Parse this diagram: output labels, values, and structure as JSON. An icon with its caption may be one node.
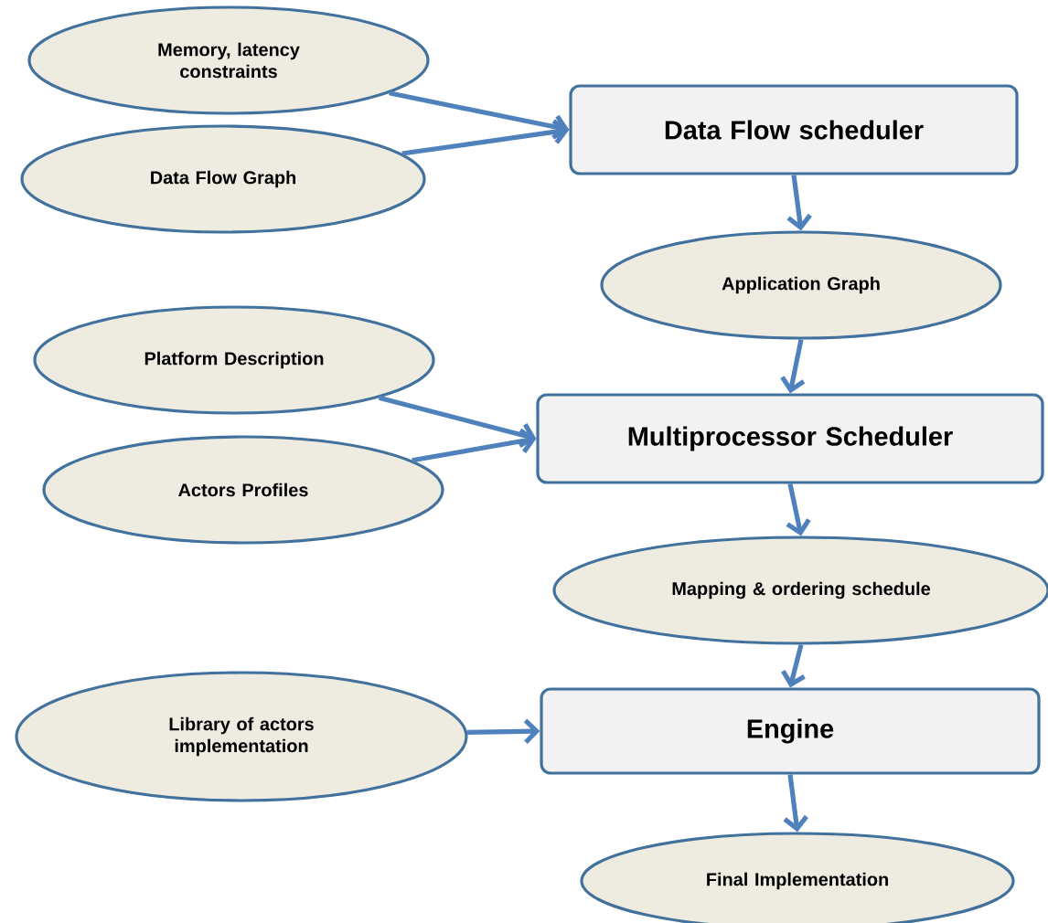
{
  "diagram": {
    "nodes": [
      {
        "text": [
          "Memory, latency constraints"
        ]
      },
      {
        "text": [
          "Data Flow Graph"
        ]
      },
      {
        "text": [
          "Data Flow scheduler"
        ]
      },
      {
        "text": [
          "Application Graph"
        ]
      },
      {
        "text": [
          "Platform Description"
        ]
      },
      {
        "text": [
          "Actors Profiles"
        ]
      },
      {
        "text": [
          "Multiprocessor Scheduler"
        ]
      },
      {
        "text": [
          "Mapping & ordering schedule"
        ]
      },
      {
        "text": [
          "Library of actors implementation"
        ]
      },
      {
        "text": [
          "Engine"
        ]
      },
      {
        "text": [
          "Final Implementation"
        ]
      }
    ],
    "edges": [
      {
        "from": 0,
        "to": 2,
        "arrow": "to"
      },
      {
        "from": 1,
        "to": 2,
        "arrow": "to"
      },
      {
        "from": 2,
        "to": 3,
        "arrow": "to"
      },
      {
        "from": 3,
        "to": 6,
        "arrow": "to"
      },
      {
        "from": 4,
        "to": 6,
        "arrow": "to"
      },
      {
        "from": 5,
        "to": 6,
        "arrow": "to"
      },
      {
        "from": 6,
        "to": 7,
        "arrow": "to"
      },
      {
        "from": 7,
        "to": 9,
        "arrow": "to"
      },
      {
        "from": 8,
        "to": 9,
        "arrow": "to"
      },
      {
        "from": 9,
        "to": 10,
        "arrow": "to"
      }
    ]
  }
}
